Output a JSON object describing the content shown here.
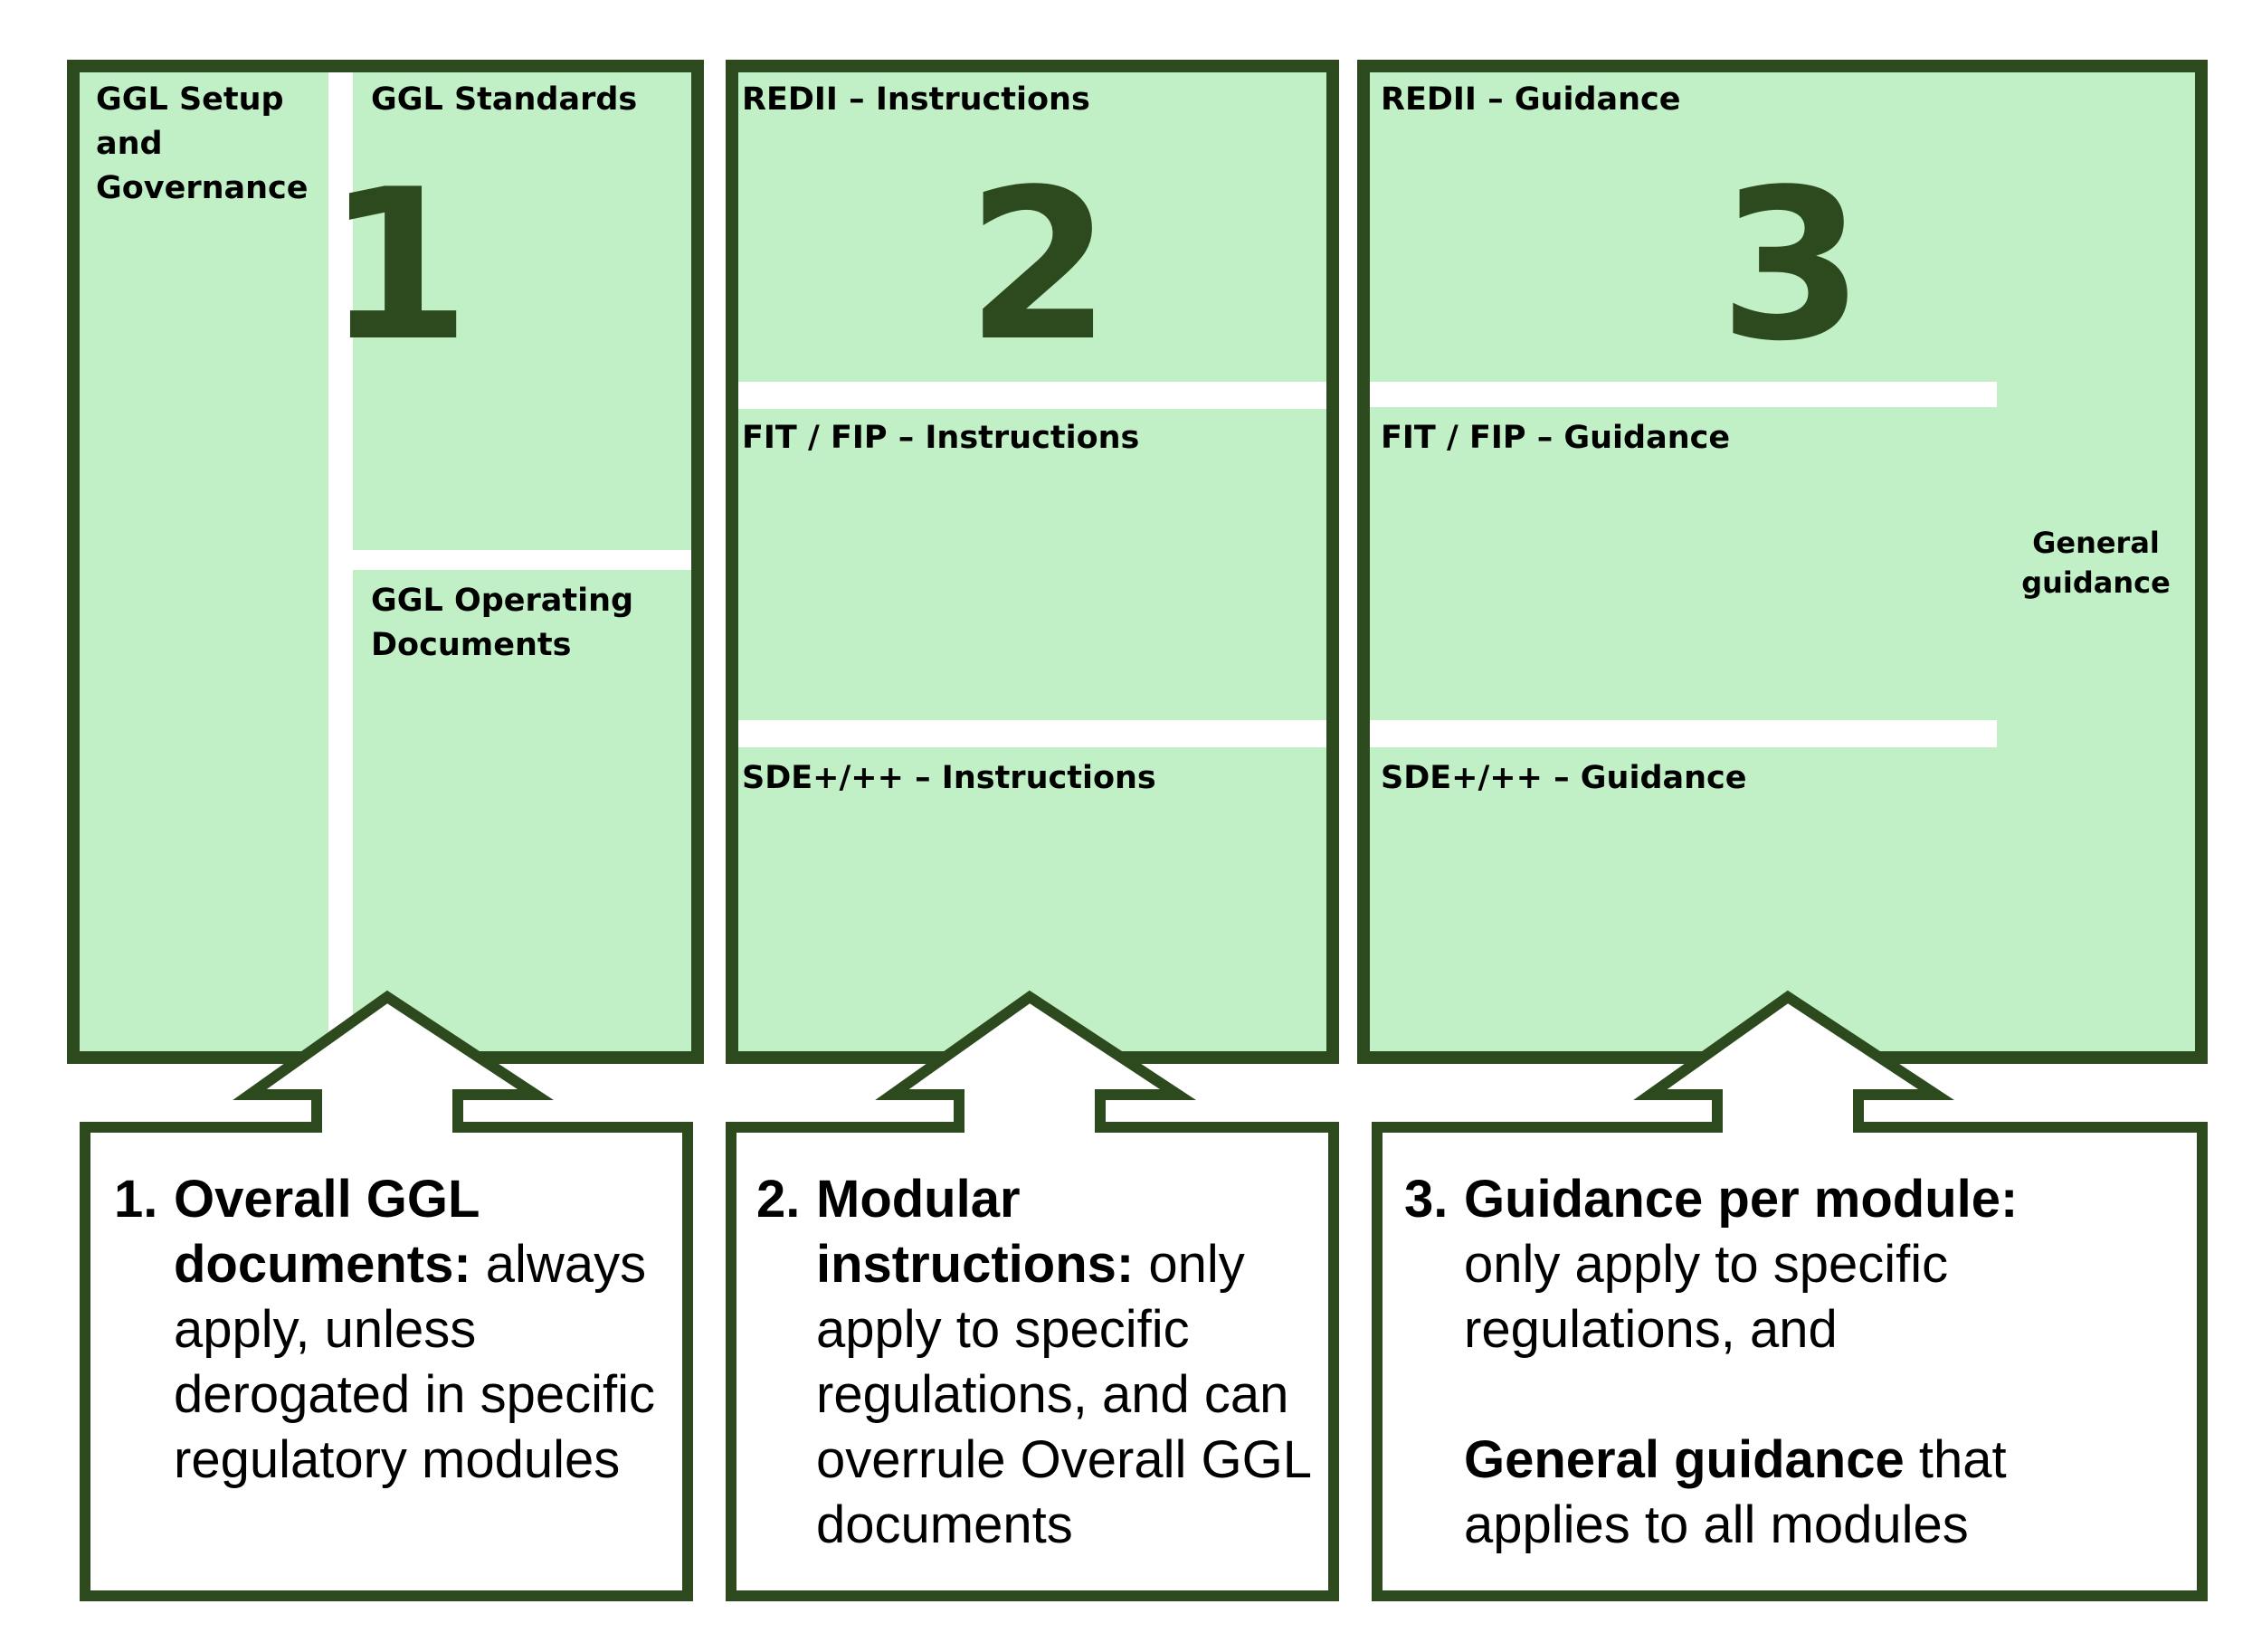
{
  "panel1": {
    "number": "1",
    "setup_label": "GGL Setup\nand\nGovernance",
    "standards_label": "GGL Standards",
    "operating_label": "GGL Operating\nDocuments"
  },
  "panel2": {
    "number": "2",
    "redii_label": "REDII – Instructions",
    "fit_label": "FIT / FIP – Instructions",
    "sde_label": "SDE+/++ – Instructions"
  },
  "panel3": {
    "number": "3",
    "redii_label": "REDII – Guidance",
    "fit_label": "FIT / FIP – Guidance",
    "sde_label": "SDE+/++ – Guidance",
    "general_label": "General\nguidance"
  },
  "caption1": {
    "num": "1.",
    "bold": "Overall GGL documents:",
    "rest": " always apply, unless derogated in specific regulatory modules"
  },
  "caption2": {
    "num": "2.",
    "bold": "Modular instructions:",
    "rest": " only apply to specific regulations, and can overrule Overall GGL documents"
  },
  "caption3": {
    "num": "3.",
    "bold": "Guidance per module:",
    "rest1": "only apply to specific regulations, and",
    "bold2": "General guidance",
    "rest2": " that applies to all modules"
  },
  "colors": {
    "border": "#2d4a1f",
    "fill": "#c2f0c6",
    "background": "#ffffff"
  }
}
